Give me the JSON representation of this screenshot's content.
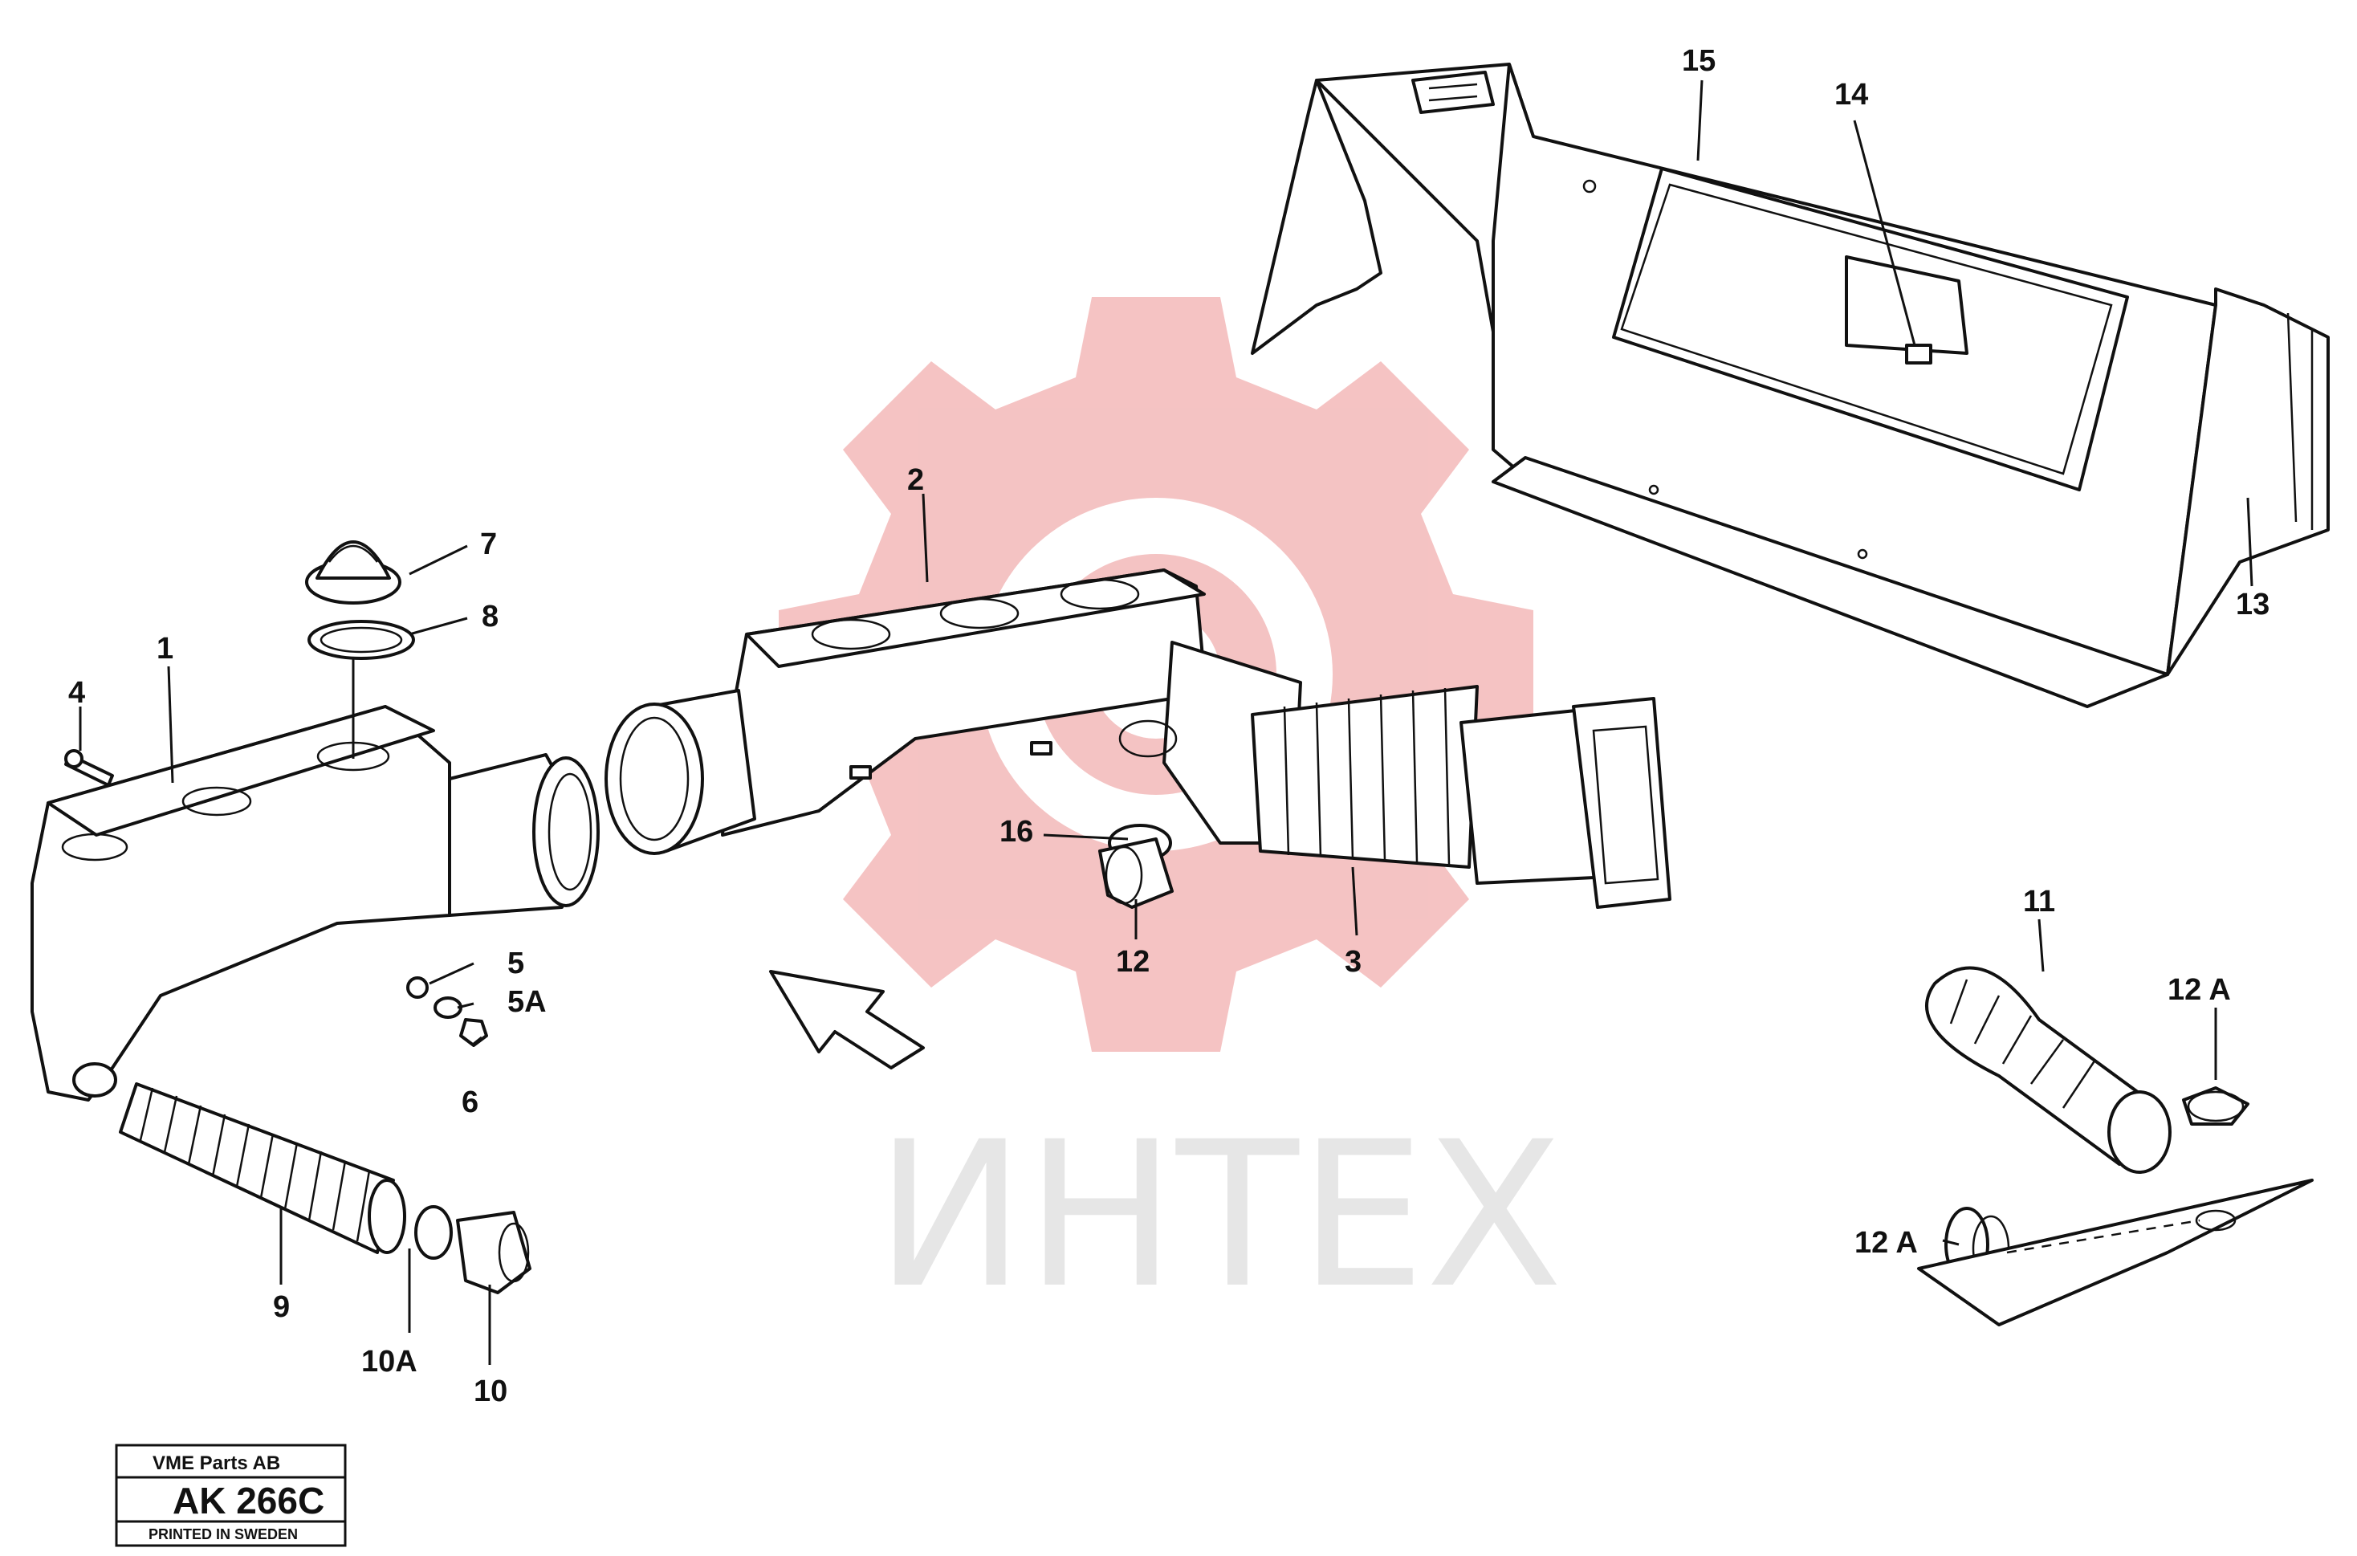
{
  "watermark": {
    "text": "ИНТЕХ",
    "gear_color": "#f3b9b9",
    "text_color": "#e6e6e6"
  },
  "callouts": {
    "c1": "1",
    "c2": "2",
    "c3": "3",
    "c4": "4",
    "c5": "5",
    "c5a": "5A",
    "c6": "6",
    "c7": "7",
    "c8": "8",
    "c9": "9",
    "c10": "10",
    "c10a": "10A",
    "c11": "11",
    "c12": "12",
    "c12a_top": "12 A",
    "c12a_bottom": "12 A",
    "c13": "13",
    "c14": "14",
    "c15": "15",
    "c16": "16"
  },
  "title_box": {
    "company": "VME Parts AB",
    "code": "AK 266C",
    "printed": "PRINTED IN SWEDEN"
  }
}
